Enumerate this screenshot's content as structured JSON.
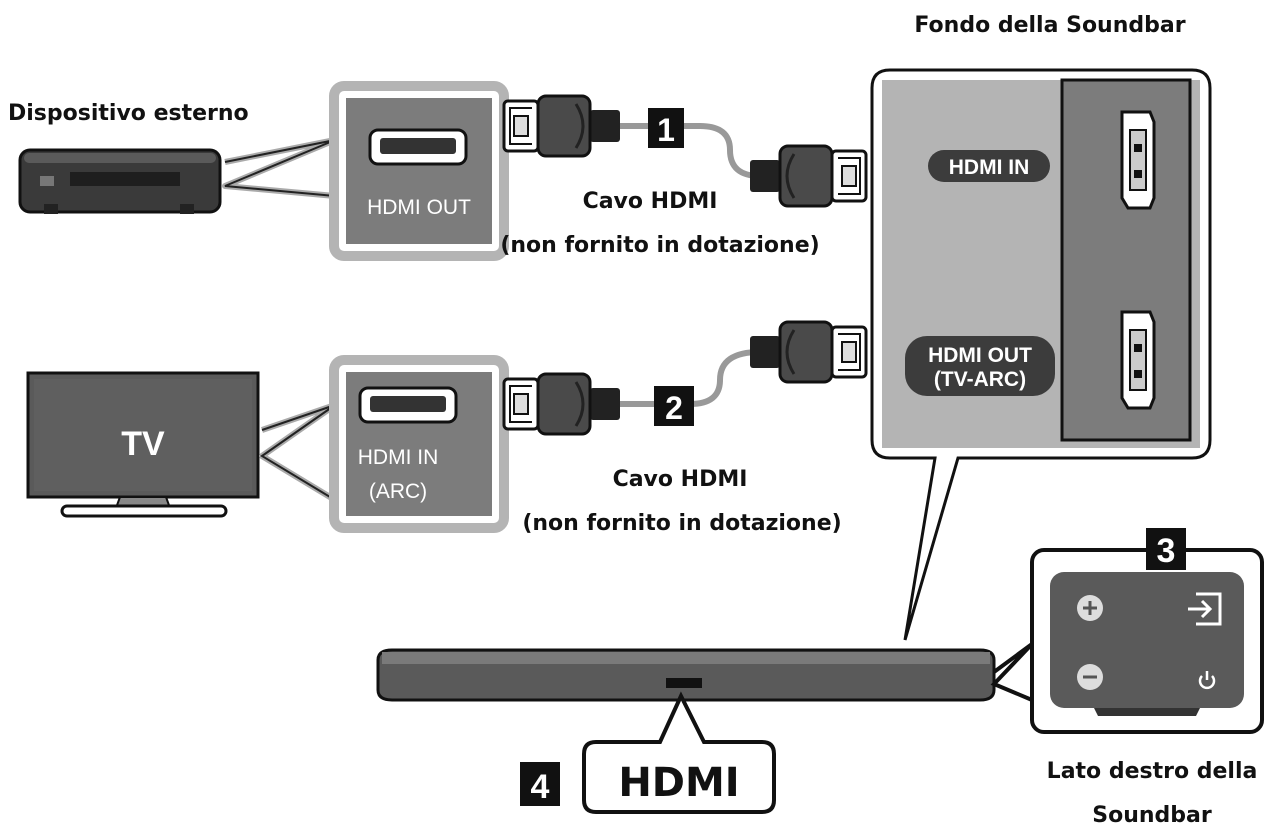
{
  "labels": {
    "external_device": "Dispositivo esterno",
    "soundbar_bottom": "Fondo della Soundbar",
    "tv": "TV",
    "external_port": "HDMI OUT",
    "tv_port_line1": "HDMI IN",
    "tv_port_line2": "(ARC)",
    "cable1_line1": "Cavo HDMI",
    "cable1_line2": "(non fornito in dotazione)",
    "cable2_line1": "Cavo HDMI",
    "cable2_line2": "(non fornito in dotazione)",
    "soundbar_hdmi_in": "HDMI IN",
    "soundbar_hdmi_out_line1": "HDMI OUT",
    "soundbar_hdmi_out_line2": "(TV-ARC)",
    "side_line1": "Lato destro della",
    "side_line2": "Soundbar",
    "hdmi_logo": "HDMI"
  },
  "steps": [
    "1",
    "2",
    "3",
    "4"
  ],
  "colors": {
    "panel_gray": "#b4b4b4",
    "dark_pane": "#7c7c7c",
    "device": "#3a3a3a",
    "pill": "#3c3c3c",
    "outline": "#111111"
  },
  "icons": {
    "plus": "plus-icon",
    "minus": "minus-icon",
    "source": "source-icon",
    "power": "power-icon"
  }
}
